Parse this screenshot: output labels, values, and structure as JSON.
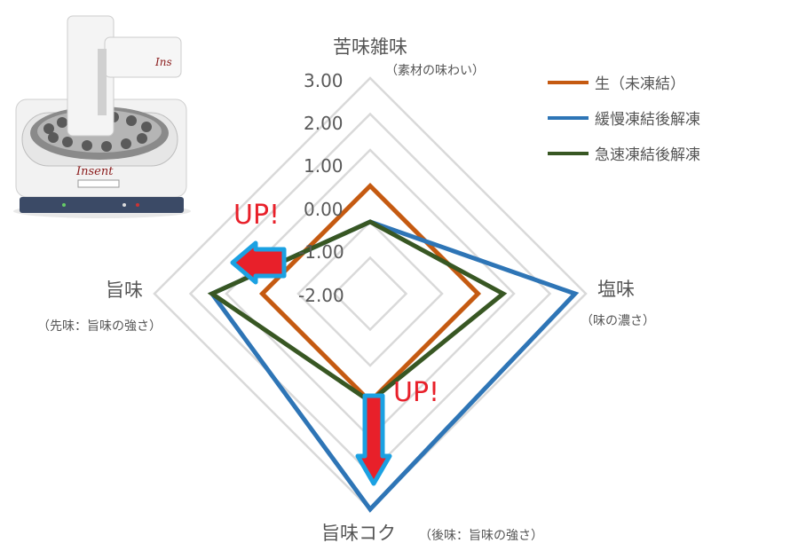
{
  "chart_data": {
    "type": "radar",
    "axes": [
      {
        "name": "苦味雑味",
        "sub": "（素材の味わい）"
      },
      {
        "name": "塩味",
        "sub": "（味の濃さ）"
      },
      {
        "name": "旨味コク",
        "sub": "（後味：旨味の強さ）"
      },
      {
        "name": "旨味",
        "sub": "（先味：旨味の強さ）"
      }
    ],
    "range": [
      -3,
      3
    ],
    "ticks": [
      {
        "value": 3,
        "label": "3.00"
      },
      {
        "value": 2,
        "label": "2.00"
      },
      {
        "value": 1,
        "label": "1.00"
      },
      {
        "value": 0,
        "label": "0.00"
      },
      {
        "value": -1,
        "label": "-1.00"
      },
      {
        "value": -2,
        "label": "-2.00"
      }
    ],
    "series": [
      {
        "name": "生（未凍結）",
        "color": "#c55a11",
        "values": [
          0.0,
          0.0,
          0.0,
          0.0
        ]
      },
      {
        "name": "緩慢凍結後解凍",
        "color": "#2e75b6",
        "values": [
          -1.0,
          2.7,
          3.0,
          1.4
        ]
      },
      {
        "name": "急速凍結後解凍",
        "color": "#385723",
        "values": [
          -1.0,
          0.7,
          0.0,
          1.4
        ]
      }
    ],
    "annotations": [
      {
        "text": "UP!",
        "target_axis": "旨味"
      },
      {
        "text": "UP!",
        "target_axis": "旨味コク"
      }
    ],
    "legend_position": "top-right",
    "grid": true
  },
  "colors": {
    "grid": "#d9d9d9",
    "arrow_fill": "#e8202a",
    "arrow_outline": "#1ba1e2",
    "annotation_text": "#e8202a"
  },
  "icons": {
    "instrument": "taste-sensing-instrument-photo"
  }
}
